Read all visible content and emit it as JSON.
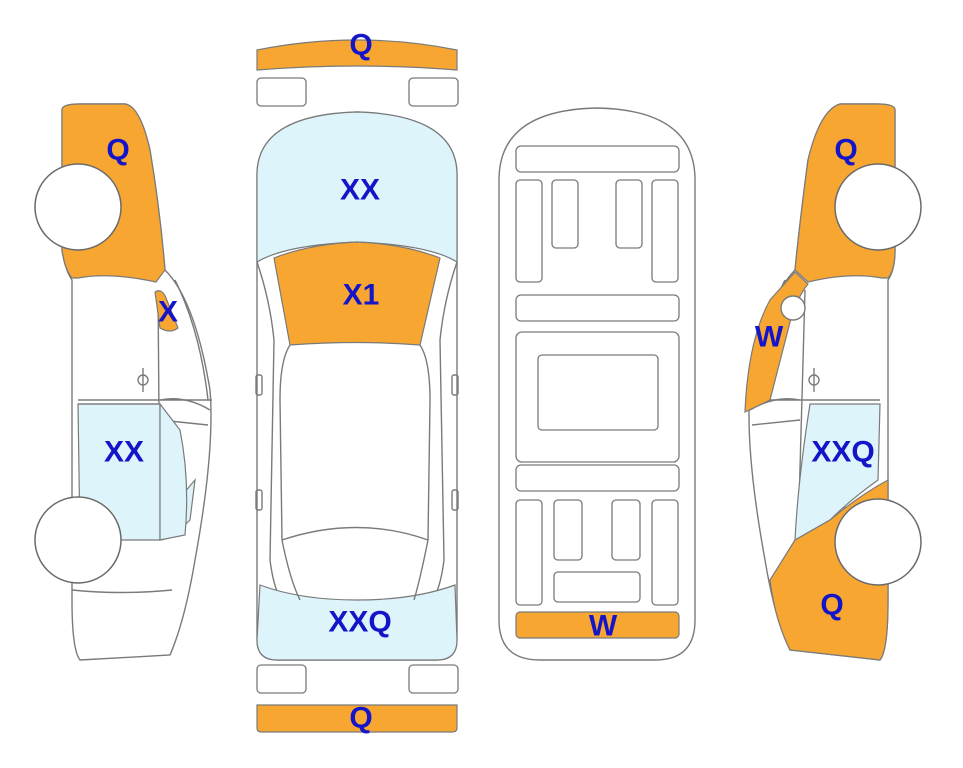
{
  "colors": {
    "damage_orange": "#F7A731",
    "damage_blue": "#DDF4FB",
    "code_text": "#1414C8",
    "outline": "#7A7A7A"
  },
  "views": {
    "left_side": {
      "front_fender": "Q",
      "a_pillar": "X",
      "rear_door_glass": "XX"
    },
    "top": {
      "front_bumper": "Q",
      "windshield": "XX",
      "hood": "X1",
      "rear_glass": "XXQ",
      "rear_bumper": "Q"
    },
    "underside": {
      "rear_panel": "W"
    },
    "right_side": {
      "front_fender": "Q",
      "a_pillar": "W",
      "rear_door_glass": "XXQ",
      "rear_quarter": "Q"
    }
  }
}
